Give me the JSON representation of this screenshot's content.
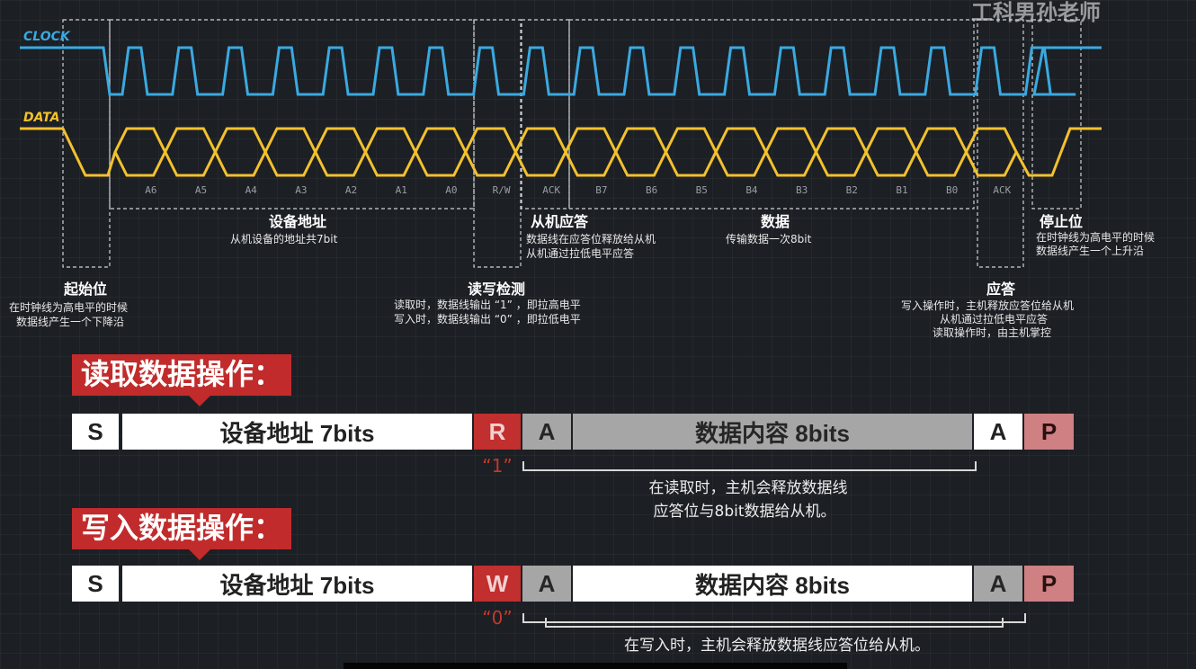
{
  "watermark": "工科男孙老师",
  "signals": {
    "clock": "CLOCK",
    "data": "DATA"
  },
  "colors": {
    "clock": "#3aa9e0",
    "data": "#f2c12e",
    "red": "#c12b2b",
    "grey": "#a6a6a6",
    "pink": "#cf8083"
  },
  "bit_labels": [
    "A6",
    "A5",
    "A4",
    "A3",
    "A2",
    "A1",
    "A0",
    "R/W",
    "ACK",
    "B7",
    "B6",
    "B5",
    "B4",
    "B3",
    "B2",
    "B1",
    "B0",
    "ACK"
  ],
  "annotations": {
    "start": {
      "title": "起始位",
      "lines": [
        "在时钟线为高电平的时候",
        "数据线产生一个下降沿"
      ]
    },
    "address": {
      "title": "设备地址",
      "lines": [
        "从机设备的地址共7bit"
      ]
    },
    "rw": {
      "title": "读写检测",
      "lines": [
        "读取时，数据线输出 “1” ，即拉高电平",
        "写入时，数据线输出 “0” ，即拉低电平"
      ]
    },
    "slave_ack": {
      "title": "从机应答",
      "lines": [
        "数据线在应答位释放给从机",
        "从机通过拉低电平应答"
      ]
    },
    "data": {
      "title": "数据",
      "lines": [
        "传输数据一次8bit"
      ]
    },
    "ack": {
      "title": "应答",
      "lines": [
        "写入操作时，主机释放应答位给从机",
        "从机通过拉低电平应答",
        "读取操作时，由主机掌控"
      ]
    },
    "stop": {
      "title": "停止位",
      "lines": [
        "在时钟线为高电平的时候",
        "数据线产生一个上升沿"
      ]
    }
  },
  "read_op": {
    "heading": "读取数据操作：",
    "cells": [
      "S",
      "设备地址 7bits",
      "R",
      "A",
      "数据内容 8bits",
      "A",
      "P"
    ],
    "quote": "“1”",
    "note": [
      "在读取时，主机会释放数据线",
      "应答位与8bit数据给从机。"
    ]
  },
  "write_op": {
    "heading": "写入数据操作：",
    "cells": [
      "S",
      "设备地址 7bits",
      "W",
      "A",
      "数据内容 8bits",
      "A",
      "P"
    ],
    "quote": "“0”",
    "note": [
      "在写入时，主机会释放数据线应答位给从机。"
    ]
  }
}
